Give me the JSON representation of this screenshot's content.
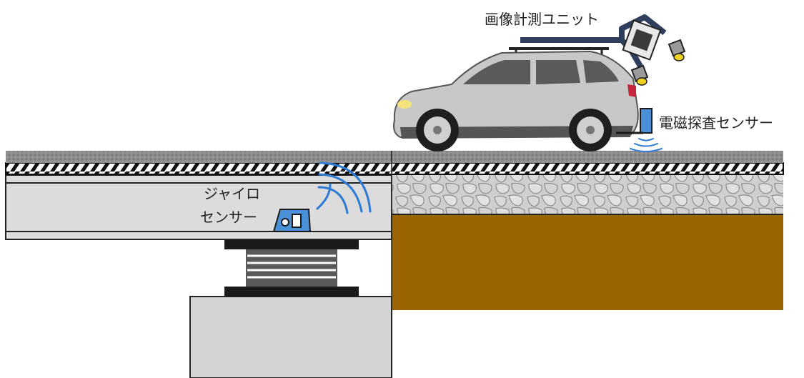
{
  "labels": {
    "camera_unit": "画像計測ユニット",
    "em_sensor": "電磁探査センサー",
    "gyro_line1": "ジャイロ",
    "gyro_line2": "センサー"
  },
  "colors": {
    "asphalt": "#8a8a8a",
    "girder": "#dcdcdc",
    "soil": "#9a6400",
    "gravel": "#c8c8c8",
    "wave": "#2e7bd6",
    "sensor_blue": "#4a90d9",
    "arm": "#2f3e5c",
    "pier": "#d4d4d4",
    "bearing": "#1a1a1a"
  }
}
